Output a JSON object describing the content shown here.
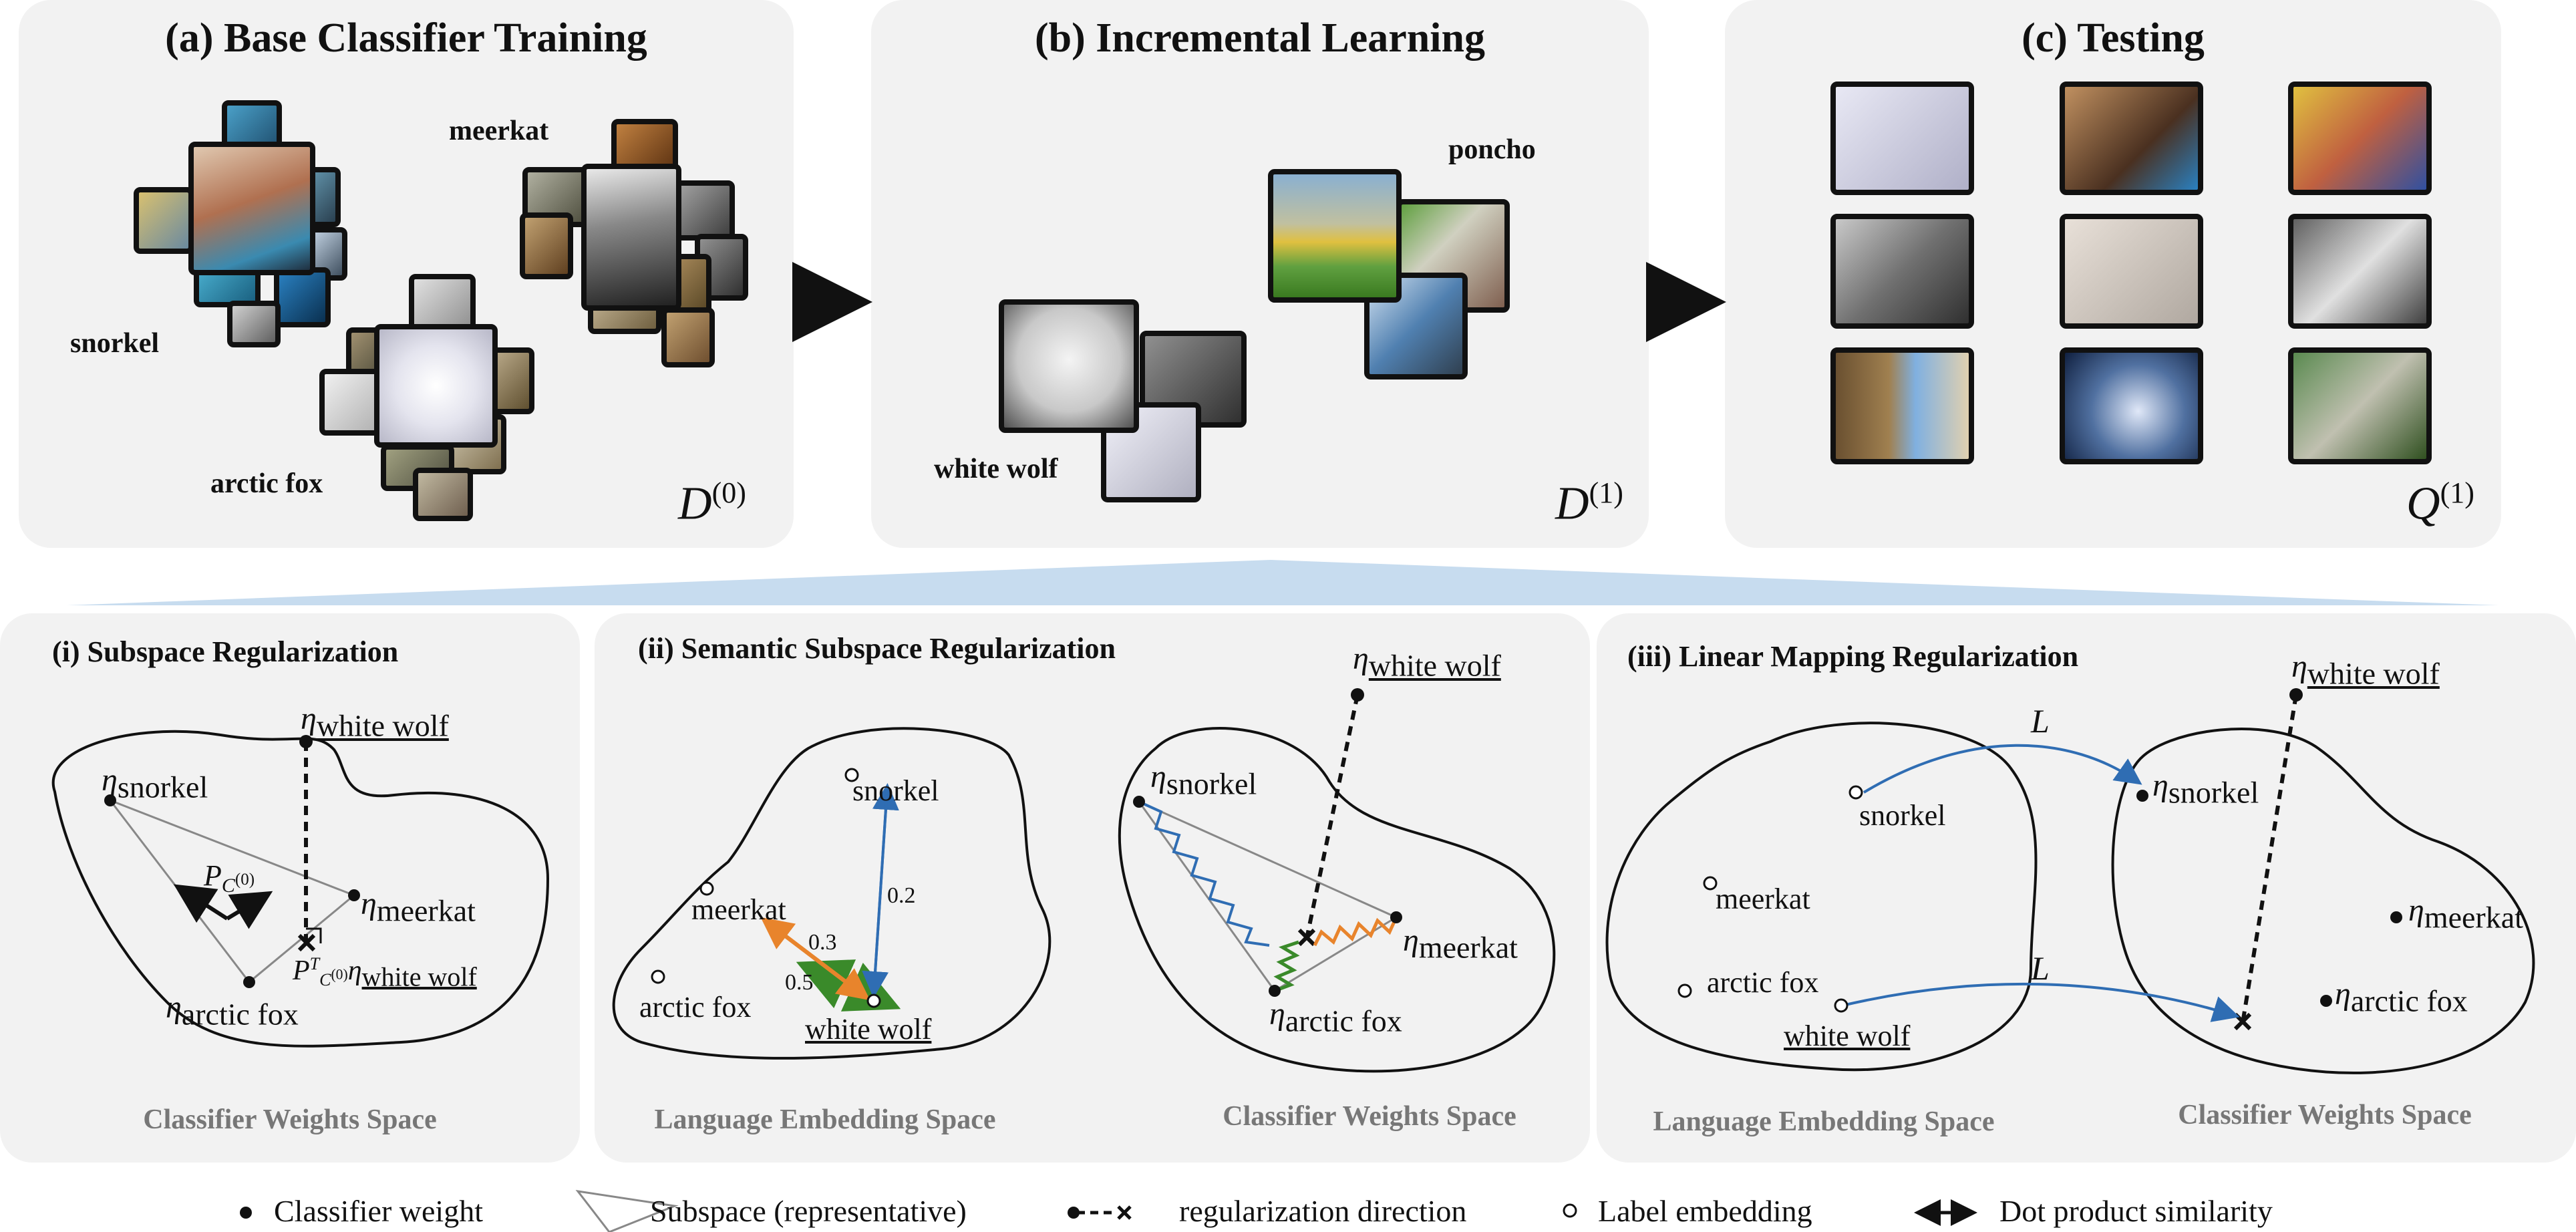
{
  "top_panels": {
    "a": {
      "title": "(a) Base Classifier Training",
      "dataset_symbol": "D",
      "dataset_index": "(0)",
      "labels": {
        "snorkel": "snorkel",
        "meerkat": "meerkat",
        "arctic_fox": "arctic fox"
      }
    },
    "b": {
      "title": "(b) Incremental Learning",
      "dataset_symbol": "D",
      "dataset_index": "(1)",
      "labels": {
        "white_wolf": "white wolf",
        "poncho": "poncho"
      }
    },
    "c": {
      "title": "(c) Testing",
      "dataset_symbol": "Q",
      "dataset_index": "(1)"
    }
  },
  "bottom_panels": {
    "i": {
      "title": "(i) Subspace Regularization",
      "space_label": "Classifier Weights Space",
      "eta": "η",
      "sub_white_wolf": "white wolf",
      "sub_snorkel": "snorkel",
      "sub_meerkat": "meerkat",
      "sub_arctic_fox": "arctic fox",
      "proj_P": "P",
      "proj_C": "C",
      "proj_sup": "(0)",
      "proj_T": "T"
    },
    "ii": {
      "title": "(ii) Semantic Subspace Regularization",
      "left_space_label": "Language Embedding Space",
      "right_space_label": "Classifier Weights Space",
      "snorkel": "snorkel",
      "meerkat": "meerkat",
      "arctic_fox": "arctic fox",
      "white_wolf": "white wolf",
      "sim_meerkat": "0.3",
      "sim_arctic": "0.5",
      "sim_snorkel": "0.2",
      "eta": "η",
      "sub_white_wolf": "white wolf",
      "sub_snorkel": "snorkel",
      "sub_meerkat": "meerkat",
      "sub_arctic_fox": "arctic fox"
    },
    "iii": {
      "title": "(iii) Linear Mapping Regularization",
      "left_space_label": "Language Embedding Space",
      "right_space_label": "Classifier Weights Space",
      "snorkel": "snorkel",
      "meerkat": "meerkat",
      "arctic_fox": "arctic fox",
      "white_wolf": "white wolf",
      "map_label": "L",
      "eta": "η",
      "sub_white_wolf": "white wolf",
      "sub_snorkel": "snorkel",
      "sub_meerkat": "meerkat",
      "sub_arctic_fox": "arctic fox"
    }
  },
  "legend": [
    {
      "label": "Classifier weight"
    },
    {
      "label": "Subspace (representative)"
    },
    {
      "label": "regularization direction"
    },
    {
      "label": "Label embedding"
    },
    {
      "label": "Dot product similarity"
    }
  ],
  "colors": {
    "panel_bg": "#f2f2f2",
    "blue": "#2f6db3",
    "orange": "#e8842c",
    "green": "#3a8a2a",
    "band": "#c7dcef",
    "muted_label": "#777777"
  }
}
